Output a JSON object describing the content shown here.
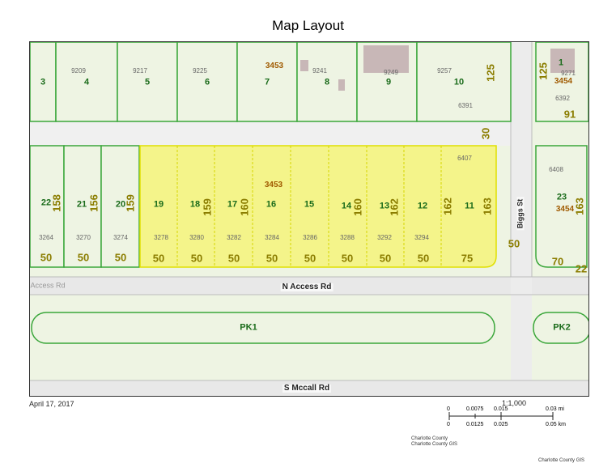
{
  "title": "Map Layout",
  "date": "April 17, 2017",
  "scale": {
    "ratio": "1:1,000",
    "mi_ticks": [
      "0",
      "0.0075",
      "0.015",
      "0.03 mi"
    ],
    "km_ticks": [
      "0",
      "0.0125",
      "0.025",
      "0.05 km"
    ]
  },
  "credits": {
    "line1": "Charlotte County",
    "line2": "Charlotte County GIS",
    "right": "Charlotte County GIS"
  },
  "roads": {
    "n_access": "N Access Rd",
    "n_access_left": "Access Rd",
    "biggs": "Biggs St",
    "s_mccall": "S Mccall Rd"
  },
  "parks": {
    "pk1": "PK1",
    "pk2": "PK2"
  },
  "top_lots": [
    {
      "lot": "3",
      "addr": ""
    },
    {
      "lot": "4",
      "addr": "9209"
    },
    {
      "lot": "5",
      "addr": "9217"
    },
    {
      "lot": "6",
      "addr": "9225"
    },
    {
      "lot": "7",
      "addr": ""
    },
    {
      "lot": "8",
      "addr": "9241"
    },
    {
      "lot": "9",
      "addr": "9249"
    },
    {
      "lot": "10",
      "addr": "9257"
    }
  ],
  "top_block": "3453",
  "top_right": {
    "lot": "1",
    "block": "3454",
    "addr1": "9271",
    "addr2": "6392",
    "dim_side": "125",
    "dim_bottom": "91"
  },
  "addr_6391": "6391",
  "dim_125_top": "125",
  "dim_30": "30",
  "mid_lots": [
    {
      "lot": "22",
      "addr": "3264",
      "dim": "50"
    },
    {
      "lot": "21",
      "addr": "3270",
      "dim": "50"
    },
    {
      "lot": "20",
      "addr": "3274",
      "dim": "50"
    },
    {
      "lot": "19",
      "addr": "3278",
      "dim": "50"
    },
    {
      "lot": "18",
      "addr": "3280",
      "dim": "50"
    },
    {
      "lot": "17",
      "addr": "3282",
      "dim": "50"
    },
    {
      "lot": "16",
      "addr": "3284",
      "dim": "50"
    },
    {
      "lot": "15",
      "addr": "3286",
      "dim": "50"
    },
    {
      "lot": "14",
      "addr": "3288",
      "dim": "50"
    },
    {
      "lot": "13",
      "addr": "3292",
      "dim": "50"
    },
    {
      "lot": "12",
      "addr": "3294",
      "dim": "50"
    },
    {
      "lot": "11",
      "addr": "",
      "dim": "75"
    }
  ],
  "mid_block": "3453",
  "mid_vert_dims": [
    "158",
    "156",
    "159",
    "159",
    "160",
    "160",
    "162",
    "162",
    "163"
  ],
  "addr_6407": "6407",
  "dim_biggs_50": "50",
  "right_block": {
    "lot": "23",
    "block": "3454",
    "addr": "6408",
    "dim_side": "163",
    "dim_bottom": "70",
    "dim_corner": "22"
  }
}
